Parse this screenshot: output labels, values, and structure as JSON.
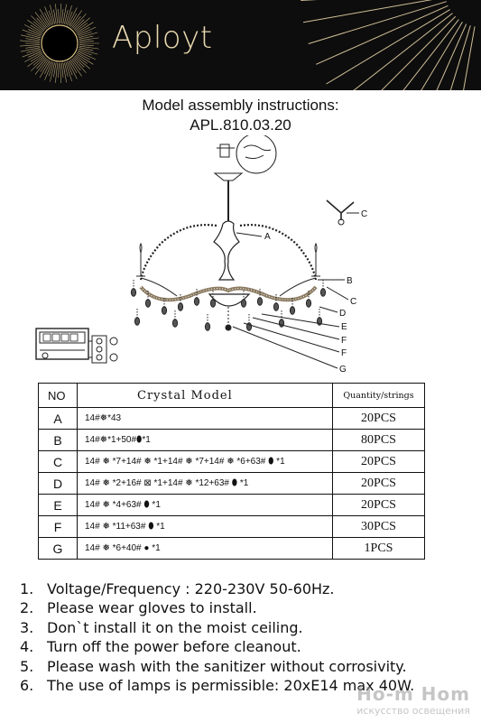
{
  "brand": {
    "name": "Aployt",
    "logo_icon": "sunburst-logo-icon",
    "accent": "#e9d9b0",
    "bg": "#0d0d0d"
  },
  "title": {
    "line1": "Model assembly instructions:",
    "line2": "APL.810.03.20"
  },
  "diagram": {
    "labels": {
      "a": "A",
      "b": "B",
      "c1": "C",
      "c2": "C",
      "d": "D",
      "e": "E",
      "f1": "F",
      "f2": "F",
      "g": "G"
    }
  },
  "table": {
    "headers": {
      "no": "NO",
      "crystal_model": "Crystal    Model",
      "qty": "Quantity/strings"
    },
    "rows": [
      {
        "key": "A",
        "spec": "14#❅*43",
        "qty": "20PCS"
      },
      {
        "key": "B",
        "spec": "14#❅*1+50#⬮*1",
        "qty": "80PCS"
      },
      {
        "key": "C",
        "spec": "14# ❅ *7+14# ❅ *1+14# ❅ *7+14# ❅ *6+63# ⬮ *1",
        "qty": "20PCS"
      },
      {
        "key": "D",
        "spec": "14# ❅ *2+16# ⊠ *1+14# ❅ *12+63# ⬮ *1",
        "qty": "20PCS"
      },
      {
        "key": "E",
        "spec": "14# ❅ *4+63# ⬮ *1",
        "qty": "20PCS"
      },
      {
        "key": "F",
        "spec": "14# ❅ *11+63# ⬮ *1",
        "qty": "30PCS"
      },
      {
        "key": "G",
        "spec": "14# ❅ *6+40# ● *1",
        "qty": "1PCS"
      }
    ]
  },
  "notes": [
    {
      "n": "1.",
      "text": "Voltage/Frequency : 220-230V 50-60Hz."
    },
    {
      "n": "2.",
      "text": "Please wear gloves to install."
    },
    {
      "n": "3.",
      "text": "Don`t install it on the moist ceiling."
    },
    {
      "n": "4.",
      "text": "Turn off the power before cleanout."
    },
    {
      "n": "5.",
      "text": "Please wash with the sanitizer without corrosivity."
    },
    {
      "n": "6.",
      "text": "The use of lamps is permissible: 20xE14 max 40W."
    }
  ],
  "watermark": {
    "line1": "Ho-m Hom",
    "line2": "искусство освещения"
  }
}
